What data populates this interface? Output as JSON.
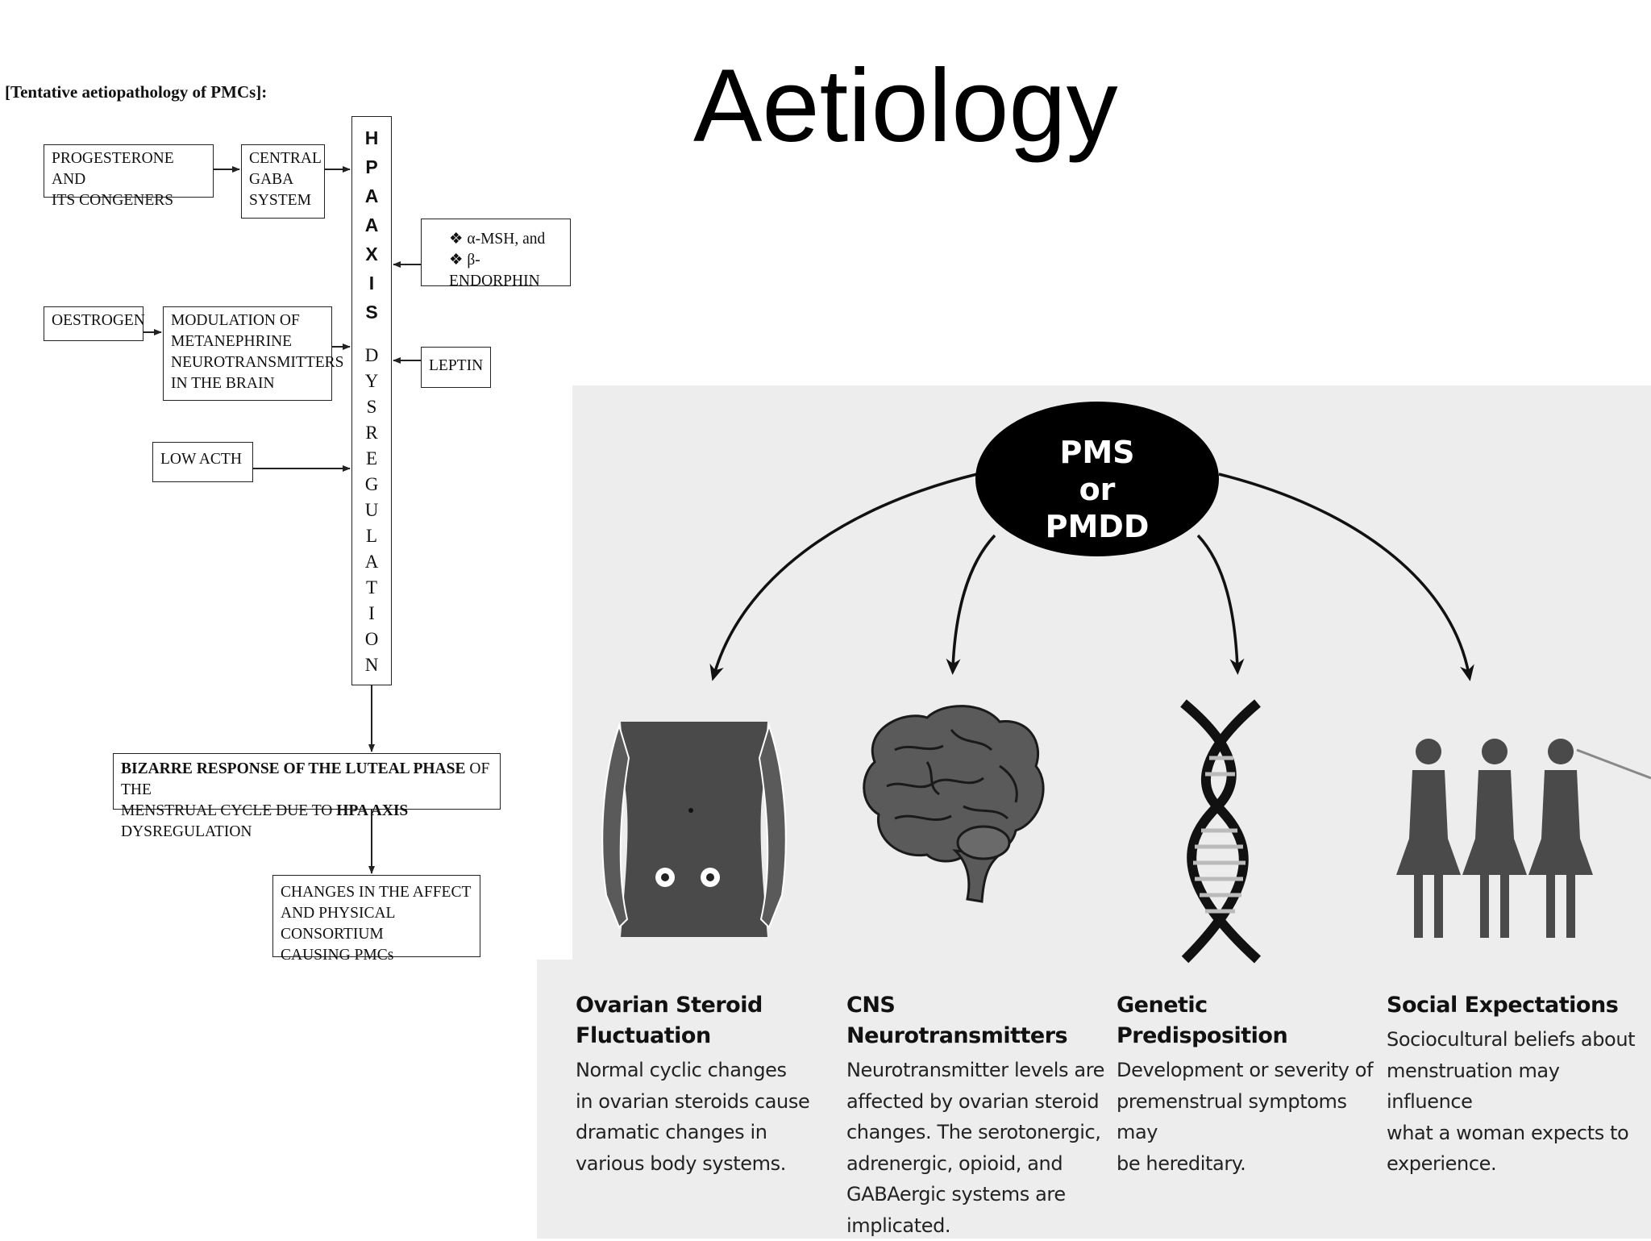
{
  "slide": {
    "title": "Aetiology"
  },
  "flowchart": {
    "heading": "[Tentative aetiopathology of PMCs]:",
    "boxes": {
      "progesterone": "PROGESTERONE AND\nITS CONGENERS",
      "gaba": "CENTRAL\nGABA\nSYSTEM",
      "msh": "❖ α-MSH, and\n❖ β-ENDORPHIN",
      "oestrogen": "OESTROGEN",
      "modulation": "MODULATION OF\nMETANEPHRINE\nNEUROTRANSMITTERS\nIN THE BRAIN",
      "leptin": "LEPTIN",
      "acth": "LOW ACTH"
    },
    "hpa_top": [
      "H",
      "P",
      "A",
      "A",
      "X",
      "I",
      "S"
    ],
    "hpa_bottom": [
      "D",
      "Y",
      "S",
      "R",
      "E",
      "G",
      "U",
      "L",
      "A",
      "T",
      "I",
      "O",
      "N"
    ],
    "bizarre": {
      "b1": "BIZARRE RESPONSE OF THE LUTEAL PHASE",
      "n1": " OF THE",
      "n2": "MENSTRUAL CYCLE DUE TO ",
      "b2": "HPA AXIS",
      "n3": " DYSREGULATION"
    },
    "changes": "CHANGES IN THE AFFECT\nAND PHYSICAL CONSORTIUM\nCAUSING PMCs"
  },
  "pms_diagram": {
    "center_lines": [
      "PMS",
      "or",
      "PMDD"
    ],
    "categories": [
      {
        "title_lines": [
          "Ovarian Steroid",
          "Fluctuation"
        ],
        "desc_lines": [
          "Normal cyclic changes",
          "in ovarian steroids cause",
          "dramatic changes in",
          "various body systems."
        ]
      },
      {
        "title_lines": [
          "CNS Neurotransmitters"
        ],
        "desc_lines": [
          "Neurotransmitter levels are",
          "affected by ovarian steroid",
          "changes. The serotonergic,",
          "adrenergic, opioid, and",
          "GABAergic systems are",
          "implicated."
        ]
      },
      {
        "title_lines": [
          "Genetic Predisposition"
        ],
        "desc_lines": [
          "Development or severity of",
          "premenstrual symptoms may",
          "be hereditary."
        ]
      },
      {
        "title_lines": [
          "Social Expectations"
        ],
        "desc_lines": [
          "Sociocultural beliefs about",
          "menstruation may influence",
          "what a woman expects to",
          "experience."
        ]
      }
    ],
    "icons": [
      "torso-icon",
      "brain-icon",
      "dna-icon",
      "women-icon"
    ],
    "colors": {
      "icon_fill": "#4a4a4a",
      "panel_bg": "#ededed",
      "ellipse": "#000000"
    }
  }
}
